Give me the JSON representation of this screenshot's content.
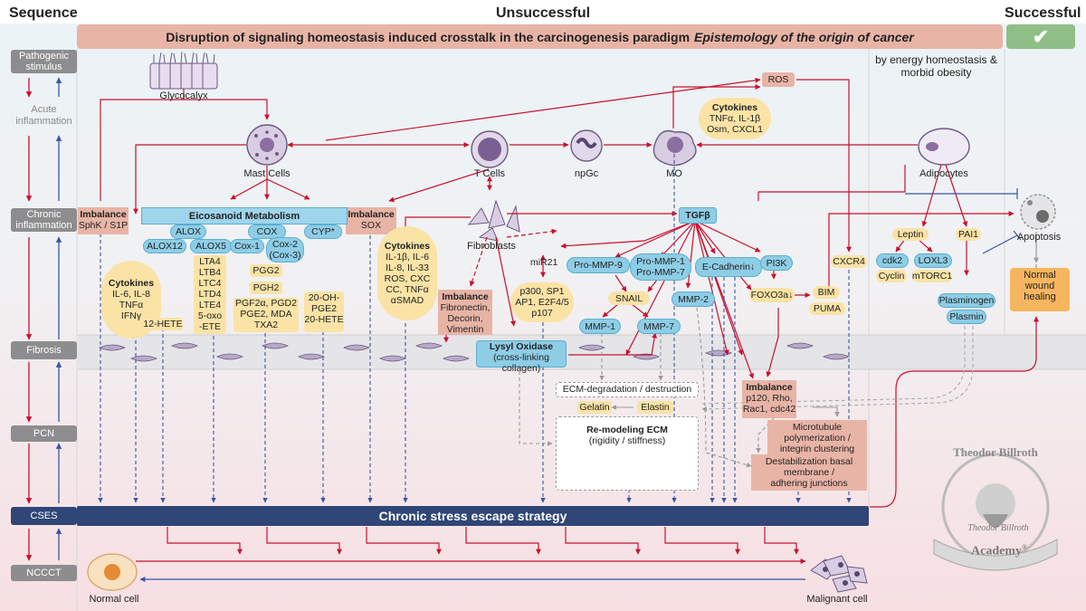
{
  "headers": {
    "sequence": "Sequence",
    "unsuccessful": "Unsuccessful",
    "successful": "Successful"
  },
  "banner": {
    "main": "Disruption of signaling homeostasis induced crosstalk in the carcinogenesis paradigm",
    "italic": "Epistemology of the origin of cancer"
  },
  "success_icon": "check-icon",
  "stages": {
    "pathogenic": "Pathogenic stimulus",
    "acute": "Acute inflammation",
    "chronic": "Chronic inflammation",
    "fibrosis": "Fibrosis",
    "pcn": "PCN",
    "cses": "CSES",
    "ncccct": "NCCCT"
  },
  "energy_note": "by energy homeostasis & morbid obesity",
  "cells": {
    "glycocalyx": "Glycocalyx",
    "mast": "Mast Cells",
    "tcells": "T Cells",
    "npgc": "npGc",
    "mo": "MO",
    "adipocytes": "Adipocytes",
    "fibroblasts": "Fibroblasts",
    "apoptosis": "Apoptosis",
    "normal_cell": "Normal cell",
    "malignant_cell": "Malignant cell"
  },
  "ros": "ROS",
  "cytokines_mo": {
    "title": "Cytokines",
    "l1": "TNFα, IL-1β",
    "l2": "Osm, CXCL1"
  },
  "imbalance_sphk": {
    "title": "Imbalance",
    "text": "SphK / S1P"
  },
  "imbalance_sox": {
    "title": "Imbalance",
    "text": "SOX"
  },
  "eicosanoid": {
    "title": "Eicosanoid Metabolism",
    "alox": "ALOX",
    "alox12": "ALOX12",
    "alox5": "ALOX5",
    "cox": "COX",
    "cox1": "Cox-1",
    "cox2a": "Cox-2",
    "cox2b": "(Cox-3)",
    "cyp": "CYP*"
  },
  "cytokines_left": {
    "title": "Cytokines",
    "l1": "IL-6, IL-8",
    "l2": "TNFα",
    "l3": "IFNγ"
  },
  "hete12": "12-HETE",
  "lt": {
    "l1": "LTA4",
    "l2": "LTB4",
    "l3": "LTC4",
    "l4": "LTD4",
    "l5": "LTE4",
    "l6": "5-oxo",
    "l7": "-ETE"
  },
  "pg": {
    "pgg2": "PGG2",
    "pgh2": "PGH2",
    "l1": "PGF2α, PGD2",
    "l2": "PGE2, MDA",
    "l3": "TXA2"
  },
  "hete20": {
    "l1": "20-OH-",
    "l2": "PGE2",
    "l3": "20-HETE"
  },
  "cytokines_mid": {
    "title": "Cytokines",
    "l1": "IL-1β, IL-6",
    "l2": "IL-8, IL-33",
    "l3": "ROS, CXC",
    "l4": "CC, TNFα",
    "l5": "αSMAD"
  },
  "imbalance_fib": {
    "title": "Imbalance",
    "l1": "Fibronectin,",
    "l2": "Decorin,",
    "l3": "Vimentin"
  },
  "tgfb": "TGFβ",
  "mir21": "miR21",
  "p300": {
    "l1": "p300, SP1",
    "l2": "AP1, E2F4/5",
    "l3": "p107"
  },
  "pro_mmp9": "Pro-MMP-9",
  "pro_mmp1": {
    "l1": "Pro-MMP-1",
    "l2": "Pro-MMP-7"
  },
  "snail": "SNAIL",
  "mmp1": "MMP-1",
  "mmp7": "MMP-7",
  "mmp2": "MMP-2",
  "ecad": "E-Cadherin",
  "pi3k": "PI3K",
  "foxo3a": "FOXO3a",
  "bim": "BIM",
  "puma": "PUMA",
  "cxcr4": "CXCR4",
  "leptin": "Leptin",
  "pai1": "PAI1",
  "cdk2": "cdk2",
  "loxl3": "LOXL3",
  "cyclin": "Cyclin",
  "mtorc1": "mTORC1",
  "plasminogen": "Plasminogen",
  "plasmin": "Plasmin",
  "normal_wound": {
    "l1": "Normal",
    "l2": "wound",
    "l3": "healing"
  },
  "lysyl": {
    "title": "Lysyl Oxidase",
    "sub": "(cross-linking collagen)"
  },
  "ecm_deg": "ECM-degradation / destruction",
  "gelatin": "Gelatin",
  "elastin": "Elastin",
  "remodel": {
    "title": "Re-modeling ECM",
    "sub": "(rigidity / stiffness)"
  },
  "imbalance_p120": {
    "title": "Imbalance",
    "l1": "p120, Rho,",
    "l2": "Rac1, cdc42"
  },
  "microtubule": {
    "l1": "Microtubule",
    "l2": "polymerization /",
    "l3": "integrin clustering"
  },
  "destab": {
    "l1": "Destabilization basal",
    "l2": "membrane /",
    "l3": "adhering junctions"
  },
  "cses_bar": "Chronic stress escape strategy",
  "logo": {
    "top": "Theodor Billroth",
    "bottom": "Academy",
    "reg": "®",
    "signature": "Theodor Billroth"
  },
  "colors": {
    "red": "#c8102e",
    "blue": "#3a55a4",
    "salmon": "#e8b4a6",
    "yellow": "#fbe3a6",
    "lightblue": "#8ecde6",
    "navy": "#2f4677",
    "green": "#8fbf87",
    "orange": "#f6b65f"
  }
}
